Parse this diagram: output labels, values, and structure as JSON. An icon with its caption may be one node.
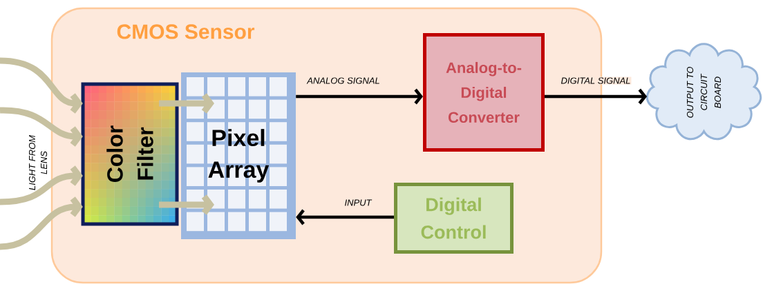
{
  "diagram": {
    "nodes": [
      {
        "text": [
          "CMOS Sensor"
        ]
      },
      {
        "text": [
          "Color Filter"
        ],
        "in": 0
      },
      {
        "text": [
          "Pixel Array"
        ],
        "in": 0
      },
      {
        "text": [
          "Analog-to- Digital Converter"
        ],
        "in": 0
      },
      {
        "text": [
          "Digital Control"
        ],
        "in": 0
      },
      {
        "text": [
          "OUTPUT TO CIRCUIT BOARD"
        ]
      }
    ],
    "edges": [
      {
        "from": null,
        "to": 1,
        "arrow": "to"
      },
      {
        "from": null,
        "to": 1,
        "arrow": "to"
      },
      {
        "from": null,
        "to": 1,
        "arrow": "to"
      },
      {
        "from": null,
        "to": 1,
        "arrow": "to"
      },
      {
        "from": 1,
        "to": 2,
        "arrow": "to"
      },
      {
        "from": 1,
        "to": 2,
        "arrow": "to"
      },
      {
        "from": 2,
        "to": 3,
        "arrow": "to",
        "label": "ANALOG SIGNAL",
        "color": "#000000"
      },
      {
        "from": 3,
        "to": 5,
        "arrow": "to",
        "label": "DIGITAL SIGNAL",
        "color": "#000000"
      },
      {
        "from": 4,
        "to": 2,
        "arrow": "to",
        "label": "INPUT",
        "color": "#000000"
      }
    ],
    "labels": [
      "LIGHT FROM LENS"
    ]
  }
}
